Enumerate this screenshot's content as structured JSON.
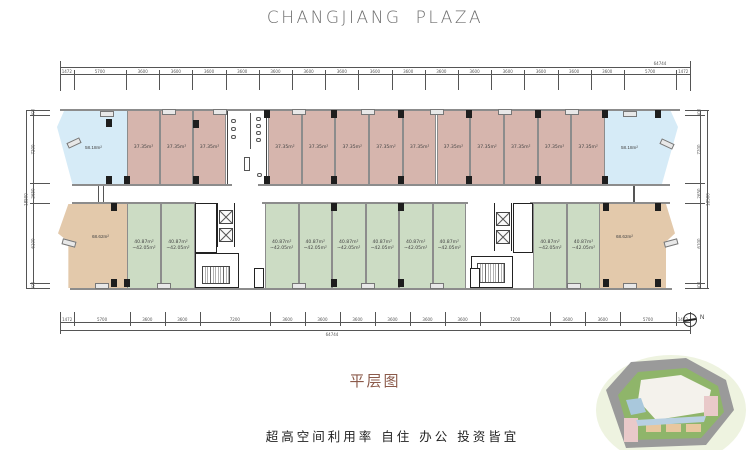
{
  "header": {
    "title_part1": "CHANGJIANG",
    "title_part2": "PLAZA"
  },
  "dimensions": {
    "top_total": "64744",
    "top_segments": [
      "1472",
      "5700",
      "3600",
      "3600",
      "3600",
      "3600",
      "3600",
      "3600",
      "3600",
      "3600",
      "3600",
      "3600",
      "3600",
      "3600",
      "3600",
      "3600",
      "3600",
      "5700",
      "1472"
    ],
    "bottom_total": "64744",
    "bottom_segments": [
      "1472",
      "5700",
      "3600",
      "3600",
      "7200",
      "3600",
      "3600",
      "3600",
      "3600",
      "3600",
      "3600",
      "7200",
      "3600",
      "3600",
      "5700",
      "1472"
    ],
    "left_total": "18500",
    "left_segments": [
      "500",
      "7200",
      "2650",
      "6100",
      "500"
    ],
    "right_total": "18500",
    "right_segments": [
      "500",
      "7200",
      "2650",
      "6100",
      "500"
    ]
  },
  "floorplan": {
    "top_row": [
      {
        "area": "58.18m²",
        "type": "blue"
      },
      {
        "area": "37.35m²",
        "type": "pink"
      },
      {
        "area": "37.35m²",
        "type": "pink"
      },
      {
        "area": "37.35m²",
        "type": "pink"
      },
      {
        "area": "37.35m²",
        "type": "pink"
      },
      {
        "area": "37.35m²",
        "type": "pink"
      },
      {
        "area": "37.35m²",
        "type": "pink"
      },
      {
        "area": "37.35m²",
        "type": "pink"
      },
      {
        "area": "37.35m²",
        "type": "pink"
      },
      {
        "area": "37.35m²",
        "type": "pink"
      },
      {
        "area": "37.35m²",
        "type": "pink"
      },
      {
        "area": "37.35m²",
        "type": "pink"
      },
      {
        "area": "37.35m²",
        "type": "pink"
      },
      {
        "area": "37.35m²",
        "type": "pink"
      },
      {
        "area": "58.18m²",
        "type": "blue"
      }
    ],
    "bottom_row": [
      {
        "area": "68.62m²",
        "type": "tan"
      },
      {
        "area_min": "40.87m²",
        "area_max": "~42.05m²",
        "type": "green"
      },
      {
        "area_min": "40.87m²",
        "area_max": "~42.05m²",
        "type": "green"
      },
      {
        "area_min": "40.87m²",
        "area_max": "~42.05m²",
        "type": "green"
      },
      {
        "area_min": "40.87m²",
        "area_max": "~42.05m²",
        "type": "green"
      },
      {
        "area_min": "40.87m²",
        "area_max": "~42.05m²",
        "type": "green"
      },
      {
        "area_min": "40.87m²",
        "area_max": "~42.05m²",
        "type": "green"
      },
      {
        "area_min": "40.87m²",
        "area_max": "~42.05m²",
        "type": "green"
      },
      {
        "area_min": "40.87m²",
        "area_max": "~42.05m²",
        "type": "green"
      },
      {
        "area_min": "40.87m²",
        "area_max": "~42.05m²",
        "type": "green"
      },
      {
        "area_min": "40.87m²",
        "area_max": "~42.05m²",
        "type": "green"
      },
      {
        "area": "68.62m²",
        "type": "tan"
      }
    ],
    "colors": {
      "pink": "#d6b5ad",
      "blue": "#d6ebf7",
      "green": "#ccdcc4",
      "tan": "#e3c9ab"
    }
  },
  "compass": {
    "label": "N"
  },
  "footer": {
    "plan_title": "平层图",
    "slogan": "超高空间利用率  自住 办公 投资皆宜"
  }
}
